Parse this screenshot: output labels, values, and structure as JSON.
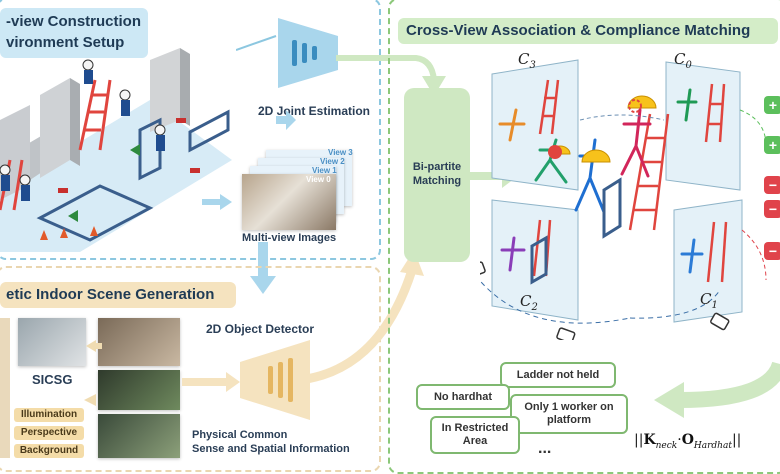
{
  "panels": {
    "setup": {
      "title": "-view Construction\nvironment Setup"
    },
    "synthetic": {
      "title": "etic Indoor Scene Generation"
    },
    "matching": {
      "title": "Cross-View Association & Compliance Matching"
    }
  },
  "modules": {
    "joint_estimation": "2D Joint Estimation",
    "multiview_images": "Multi-view Images",
    "object_detector": "2D Object Detector",
    "bipartite": "Bi-partite\nMatching",
    "sicsg": "SICSG",
    "common_sense": "Physical Common\nSense and Spatial Information"
  },
  "views": [
    "View 3",
    "View 2",
    "View 1",
    "View 0"
  ],
  "sicsg_factors": [
    "Illumination",
    "Perspective",
    "Background"
  ],
  "cameras": {
    "c3": {
      "base": "C",
      "sub": "3"
    },
    "c0": {
      "base": "C",
      "sub": "0"
    },
    "c2": {
      "base": "C",
      "sub": "2"
    },
    "c1": {
      "base": "C",
      "sub": "1"
    }
  },
  "violations": [
    "Ladder not held",
    "No hardhat",
    "Only 1 worker on\nplatform",
    "In Restricted\nArea",
    "..."
  ],
  "formula": {
    "pre": "||",
    "k": "K",
    "k_sub": "neck",
    "dot": "·",
    "o": "O",
    "o_sub": "Hardhat",
    "post": "||"
  },
  "colors": {
    "blue_panel_border": "#8cc7e0",
    "blue_chip": "#cde8f5",
    "beige_chip": "#f5e3bf",
    "green_panel_border": "#8cc87a",
    "green_chip": "#d4edc8",
    "green_block": "#cfe8c2",
    "plus_green": "#5cbf5c",
    "minus_red": "#e0434b"
  }
}
